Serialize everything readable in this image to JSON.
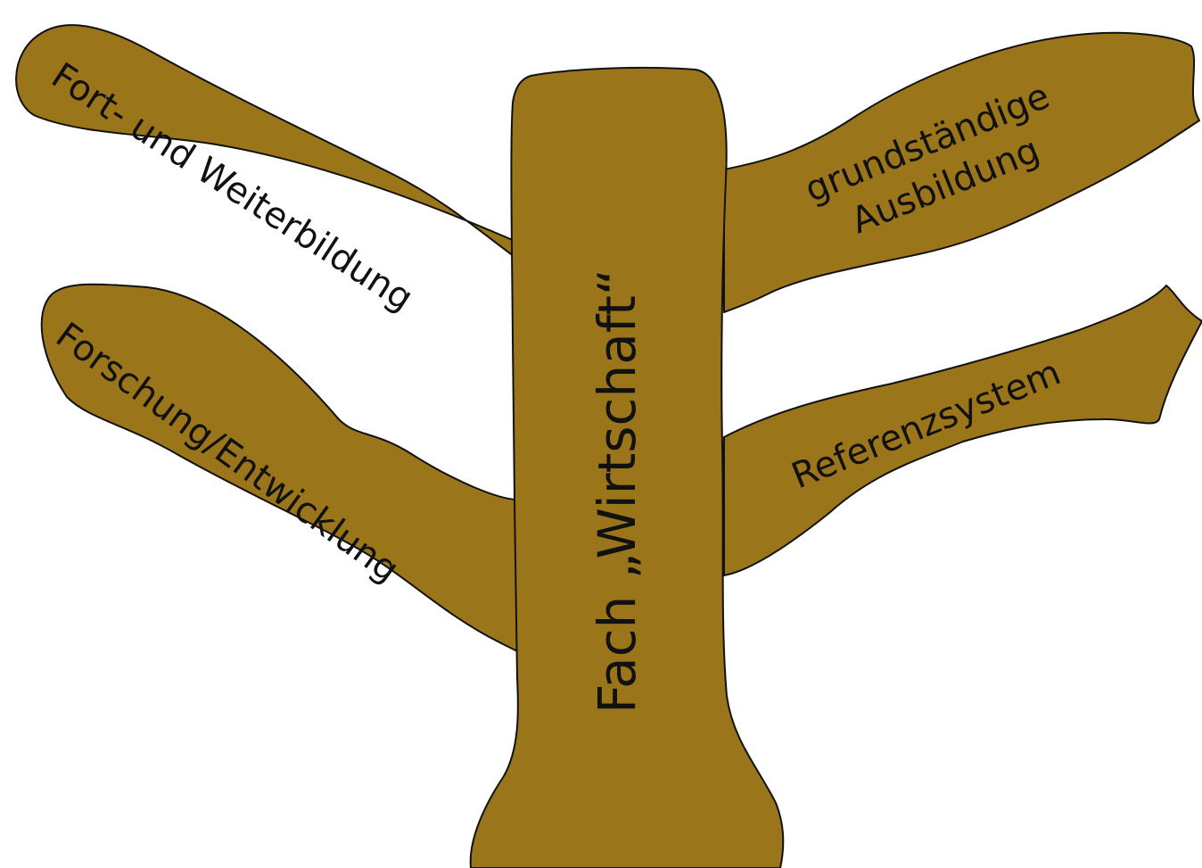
{
  "diagram": {
    "colors": {
      "wood": "#9b7519",
      "outline": "#111111",
      "text": "#111111",
      "background": "#ffffff"
    },
    "trunk": {
      "label": "Fach „Wirtschaft“"
    },
    "branches": {
      "fort_weiterbildung": {
        "label": "Fort- und Weiterbildung"
      },
      "forschung_entwicklung": {
        "label": "Forschung/Entwicklung"
      },
      "grundstaendige_ausbildung": {
        "line1": "grundständige",
        "line2": "Ausbildung"
      },
      "referenzsystem": {
        "label": "Referenzsystem"
      }
    }
  }
}
